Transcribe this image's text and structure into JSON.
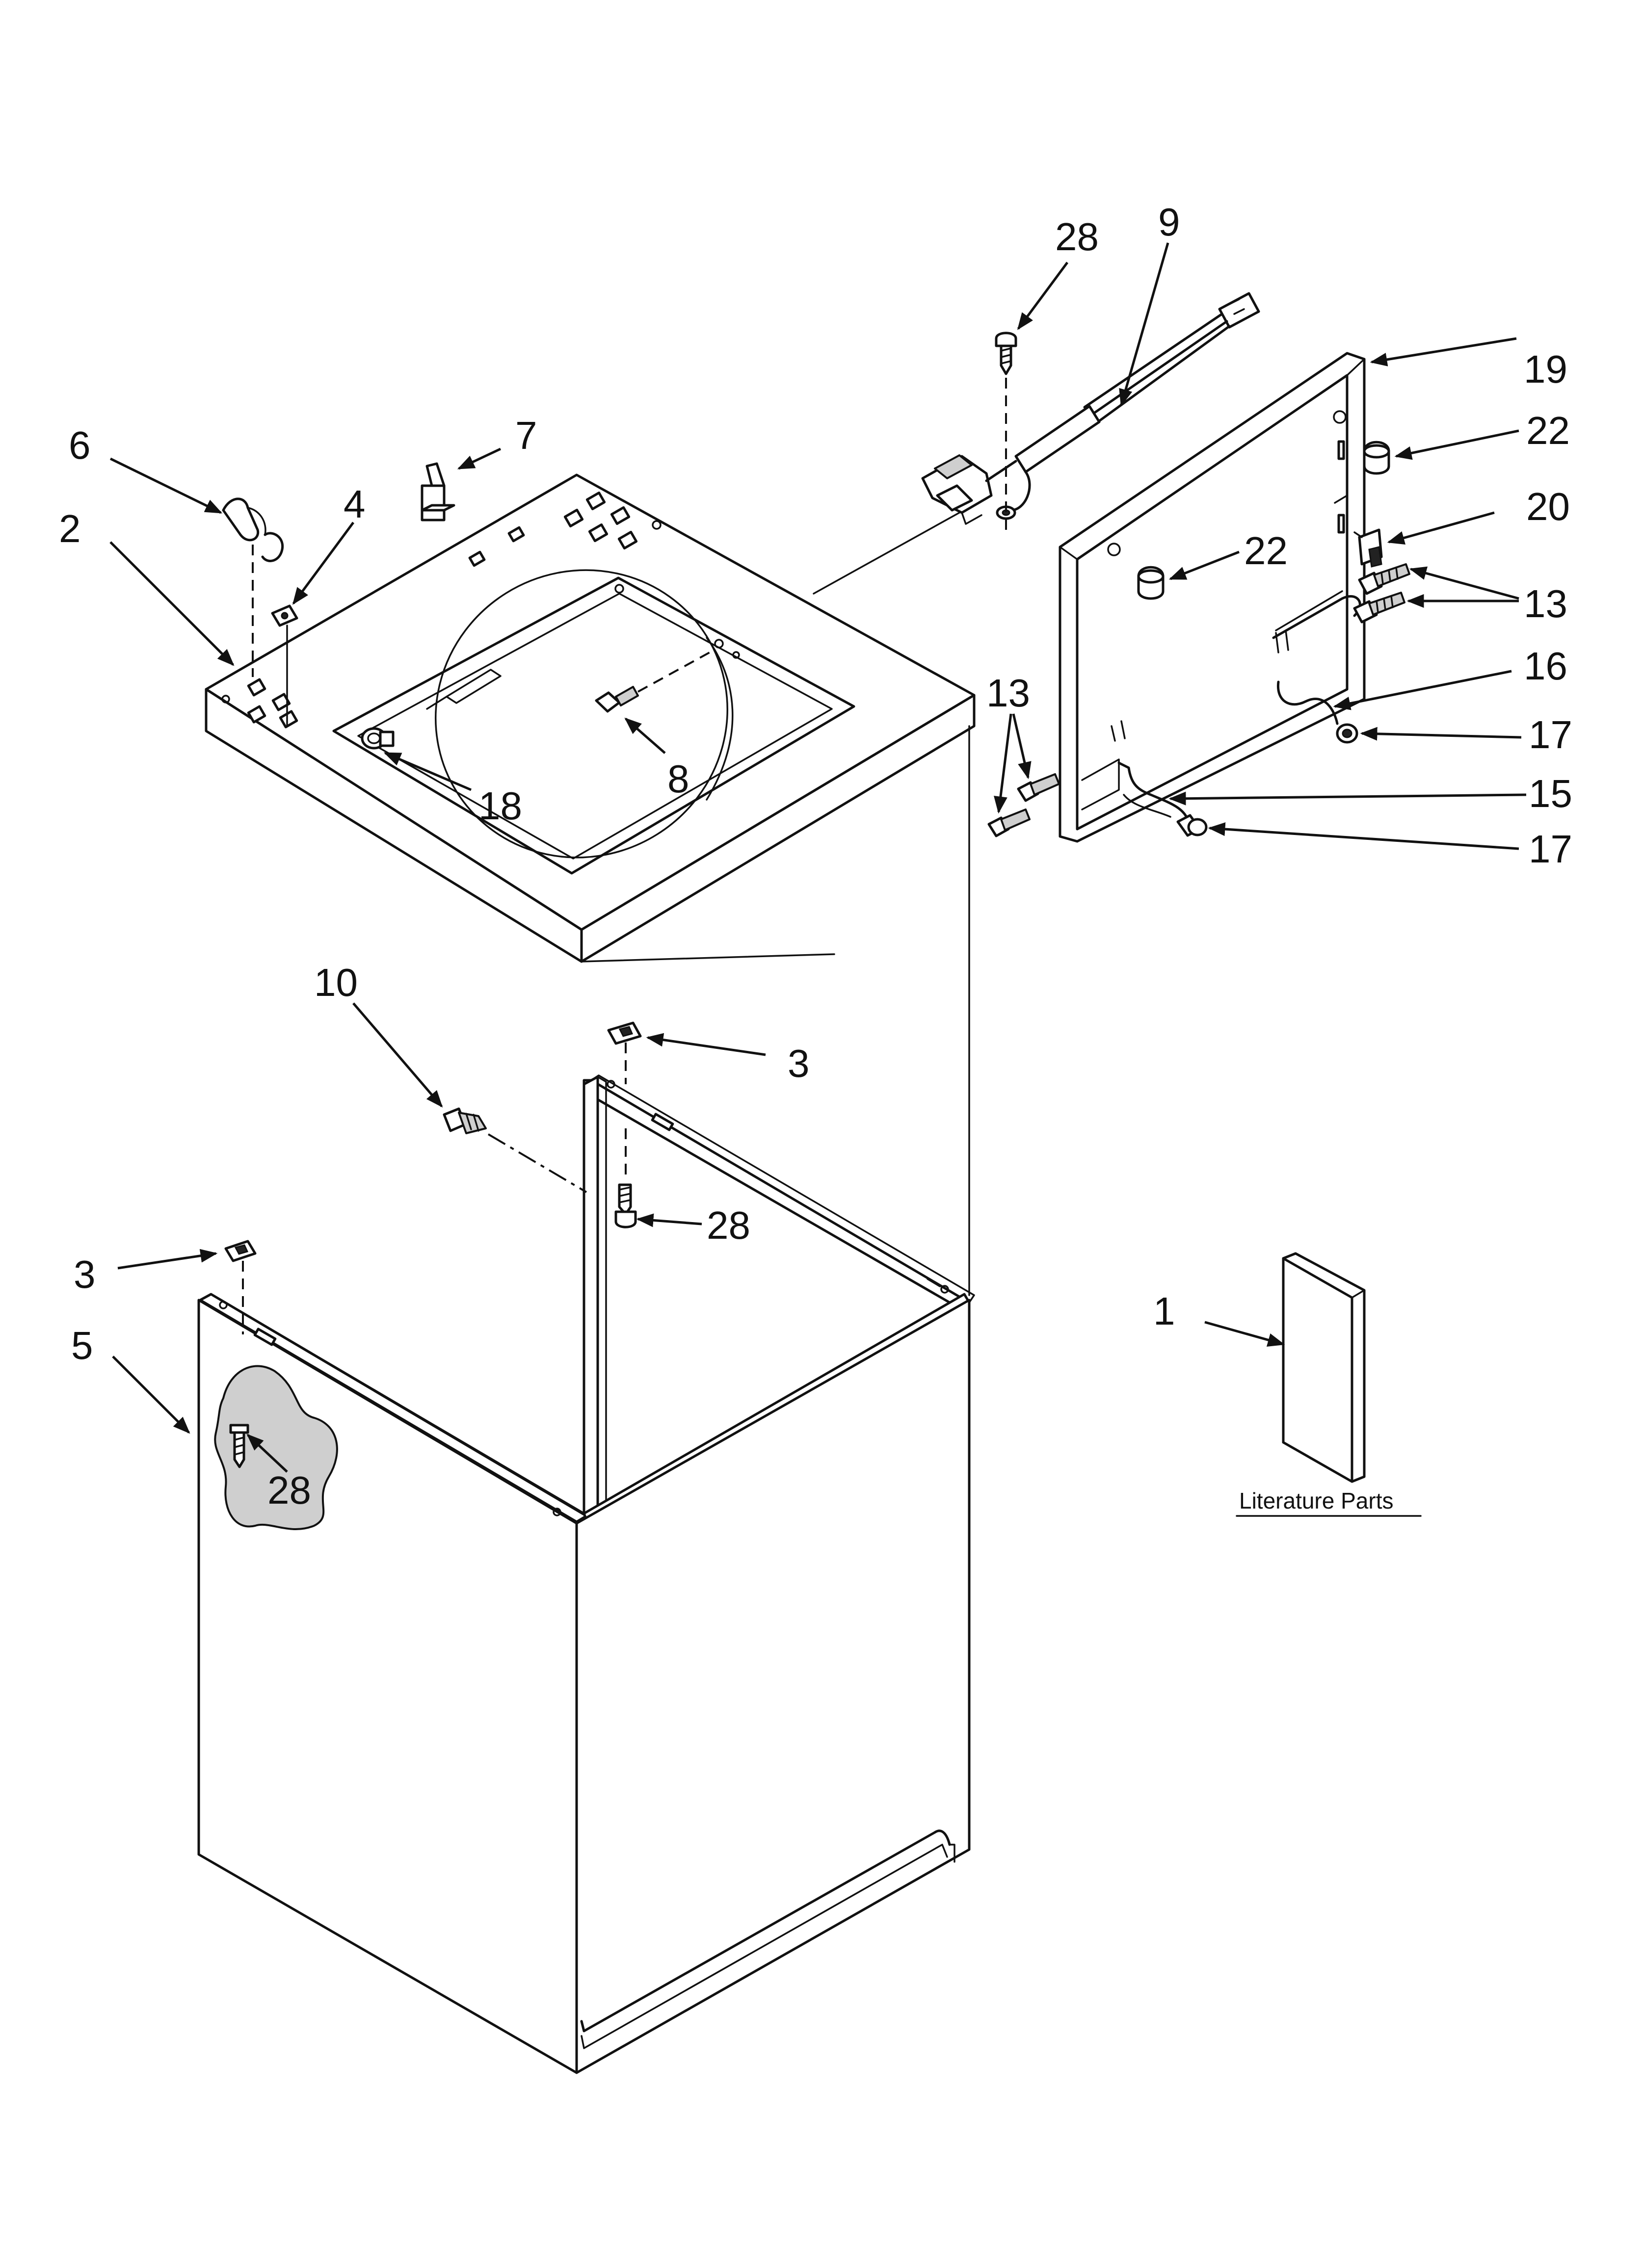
{
  "diagram": {
    "callouts": [
      {
        "key": "c1",
        "label": "1"
      },
      {
        "key": "c2",
        "label": "2"
      },
      {
        "key": "c3a",
        "label": "3"
      },
      {
        "key": "c3b",
        "label": "3"
      },
      {
        "key": "c4",
        "label": "4"
      },
      {
        "key": "c5",
        "label": "5"
      },
      {
        "key": "c6",
        "label": "6"
      },
      {
        "key": "c7",
        "label": "7"
      },
      {
        "key": "c8",
        "label": "8"
      },
      {
        "key": "c9",
        "label": "9"
      },
      {
        "key": "c10",
        "label": "10"
      },
      {
        "key": "c13a",
        "label": "13"
      },
      {
        "key": "c13b",
        "label": "13"
      },
      {
        "key": "c15",
        "label": "15"
      },
      {
        "key": "c16",
        "label": "16"
      },
      {
        "key": "c17a",
        "label": "17"
      },
      {
        "key": "c17b",
        "label": "17"
      },
      {
        "key": "c18",
        "label": "18"
      },
      {
        "key": "c19",
        "label": "19"
      },
      {
        "key": "c20",
        "label": "20"
      },
      {
        "key": "c22a",
        "label": "22"
      },
      {
        "key": "c22b",
        "label": "22"
      },
      {
        "key": "c28a",
        "label": "28"
      },
      {
        "key": "c28b",
        "label": "28"
      },
      {
        "key": "c28c",
        "label": "28"
      }
    ],
    "literature_label": "Literature Parts"
  }
}
